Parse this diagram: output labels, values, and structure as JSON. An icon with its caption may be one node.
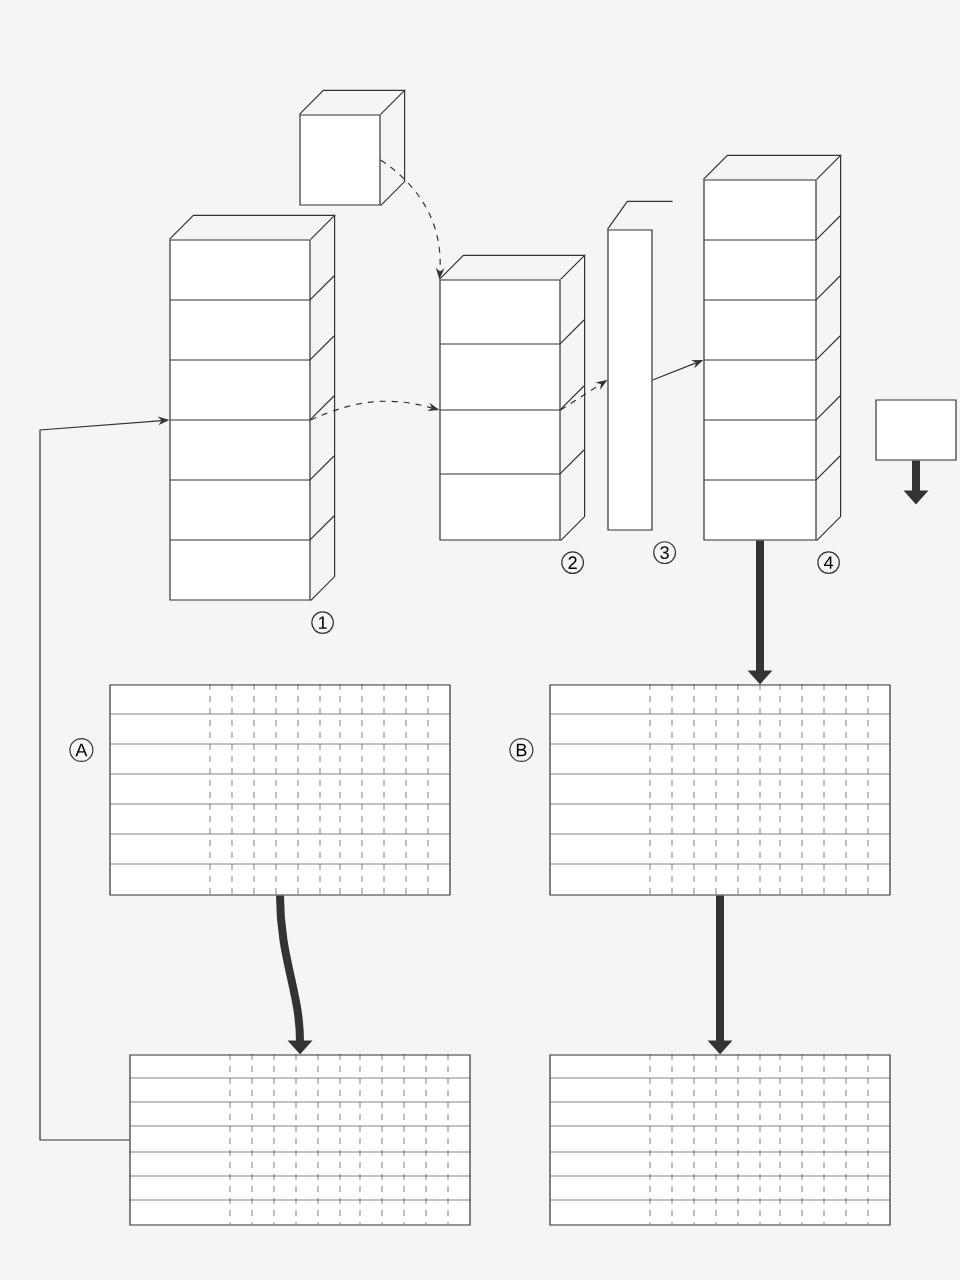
{
  "diagram": {
    "nodes": [
      {
        "text": [],
        "shape": "box",
        "beside": [
          "1"
        ]
      },
      {
        "text": [],
        "shape": "box"
      },
      {
        "text": [],
        "shape": "box",
        "beside": [
          "2"
        ]
      },
      {
        "text": [],
        "shape": "box",
        "beside": [
          "3"
        ]
      },
      {
        "text": [],
        "shape": "box",
        "beside": [
          "4"
        ]
      },
      {
        "text": [],
        "shape": "box"
      },
      {
        "text": [],
        "shape": "box",
        "beside": [
          "A"
        ]
      },
      {
        "text": [],
        "shape": "box",
        "beside": [
          "B"
        ]
      },
      {
        "text": [],
        "shape": "box"
      },
      {
        "text": [],
        "shape": "box"
      }
    ],
    "edges": [
      {
        "from": 0,
        "to": 2,
        "arrow": "to",
        "style": "dashed"
      },
      {
        "from": 1,
        "to": 2,
        "arrow": "to",
        "style": "dashed"
      },
      {
        "from": 2,
        "to": 3,
        "arrow": "to",
        "style": "dashed"
      },
      {
        "from": 3,
        "to": 4,
        "arrow": "to"
      },
      {
        "from": 5,
        "to": null,
        "arrow": "to",
        "style": "thick"
      },
      {
        "from": 4,
        "to": 7,
        "arrow": "to",
        "style": "thick"
      },
      {
        "from": 6,
        "to": 8,
        "arrow": "to",
        "style": "thick"
      },
      {
        "from": 7,
        "to": 9,
        "arrow": "to",
        "style": "thick"
      },
      {
        "from": 8,
        "to": 0,
        "arrow": "to"
      }
    ]
  }
}
